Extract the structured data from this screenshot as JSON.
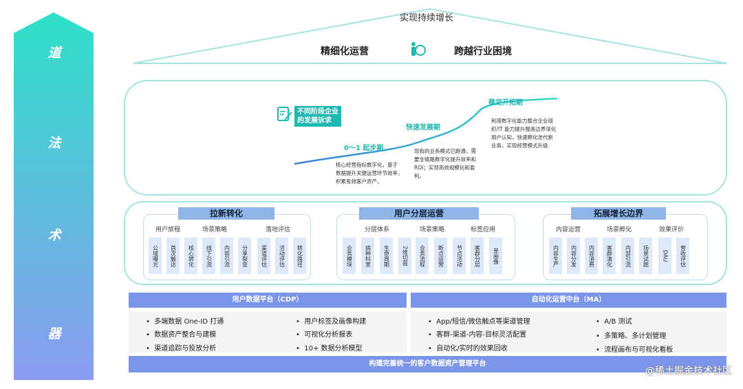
{
  "left_pillars": [
    "道",
    "法",
    "术",
    "器"
  ],
  "roof": {
    "title": "实现持续增长",
    "left": "精细化运营",
    "right": "跨越行业困境"
  },
  "curve": {
    "goal_line1": "不同阶段企业",
    "goal_line2": "的发展诉求",
    "stage1_title": "0～1 起步期",
    "stage1_desc": [
      "核心经营指标数字化，基于",
      "数据提升关键运营环节效率，",
      "积累有效客户资产。"
    ],
    "stage2_title": "快速发展期",
    "stage2_desc": [
      "现有的业务模式已跑通，需",
      "要全链路数字化提升效率和",
      "ROI；实现高效规模化和盈",
      "利。"
    ],
    "stage3_title": "稳定开拓期",
    "stage3_desc": [
      "利用数字化能力整合企业组",
      "织/IT 能力提升服务边界深化",
      "用户认知，快速孵化迭代新",
      "业务，实现经营模式升级"
    ]
  },
  "groups": [
    {
      "title": "拉新转化",
      "categories": [
        "用户旅程",
        "场景策略",
        "落地评估"
      ],
      "cells": [
        "公域曝光",
        "首次触达",
        "核心转化",
        "线下引流",
        "内容引流",
        "分享裂变",
        "渠道评估",
        "活动评估",
        "转化路径"
      ]
    },
    {
      "title": "用户分层运营",
      "categories": [
        "分层体系",
        "场景策略",
        "标签应用"
      ],
      "cells": [
        "业务模块",
        "病种科室",
        "生命周期",
        "2维切面",
        "业务流程",
        "断点运营",
        "节点活动",
        "客群分层",
        "单画像"
      ]
    },
    {
      "title": "拓展增长边界",
      "categories": [
        "内容运营",
        "场景孵化",
        "效果评价"
      ],
      "cells": [
        "内容生产",
        "内容分发",
        "内容消费",
        "客群演化",
        "内部引流",
        "场景试跑",
        "DAU",
        "营收评估"
      ]
    }
  ],
  "platforms": {
    "cdp_title": "用户数据平台（CDP）",
    "ma_title": "自动化运营中台（MA）",
    "cdp_items_left": [
      "多端数据 One-ID 打通",
      "数据资产整合与建模",
      "渠道追踪与投放分析"
    ],
    "cdp_items_right": [
      "用户标签及画像构建",
      "可视化分析报表",
      "10+ 数据分析模型"
    ],
    "ma_items_left": [
      "App/短信/微信触点等渠道管理",
      "客群-渠道-内容-目标灵活配置",
      "自动化/实时的效果回收"
    ],
    "ma_items_right": [
      "A/B 测试",
      "多策略、多计划管理",
      "流程画布与可视化看板"
    ],
    "bottom": "构建完善统一的客户数据资产管理平台"
  },
  "watermark": "@稀土掘金技术社区",
  "colors": {
    "teal": "#1fb8b0",
    "teal_light": "#a4e4df",
    "blue_bar": "#7b95e8",
    "cell_bg": "#dce9f8",
    "group_title_bg": "#8fb4e8"
  }
}
